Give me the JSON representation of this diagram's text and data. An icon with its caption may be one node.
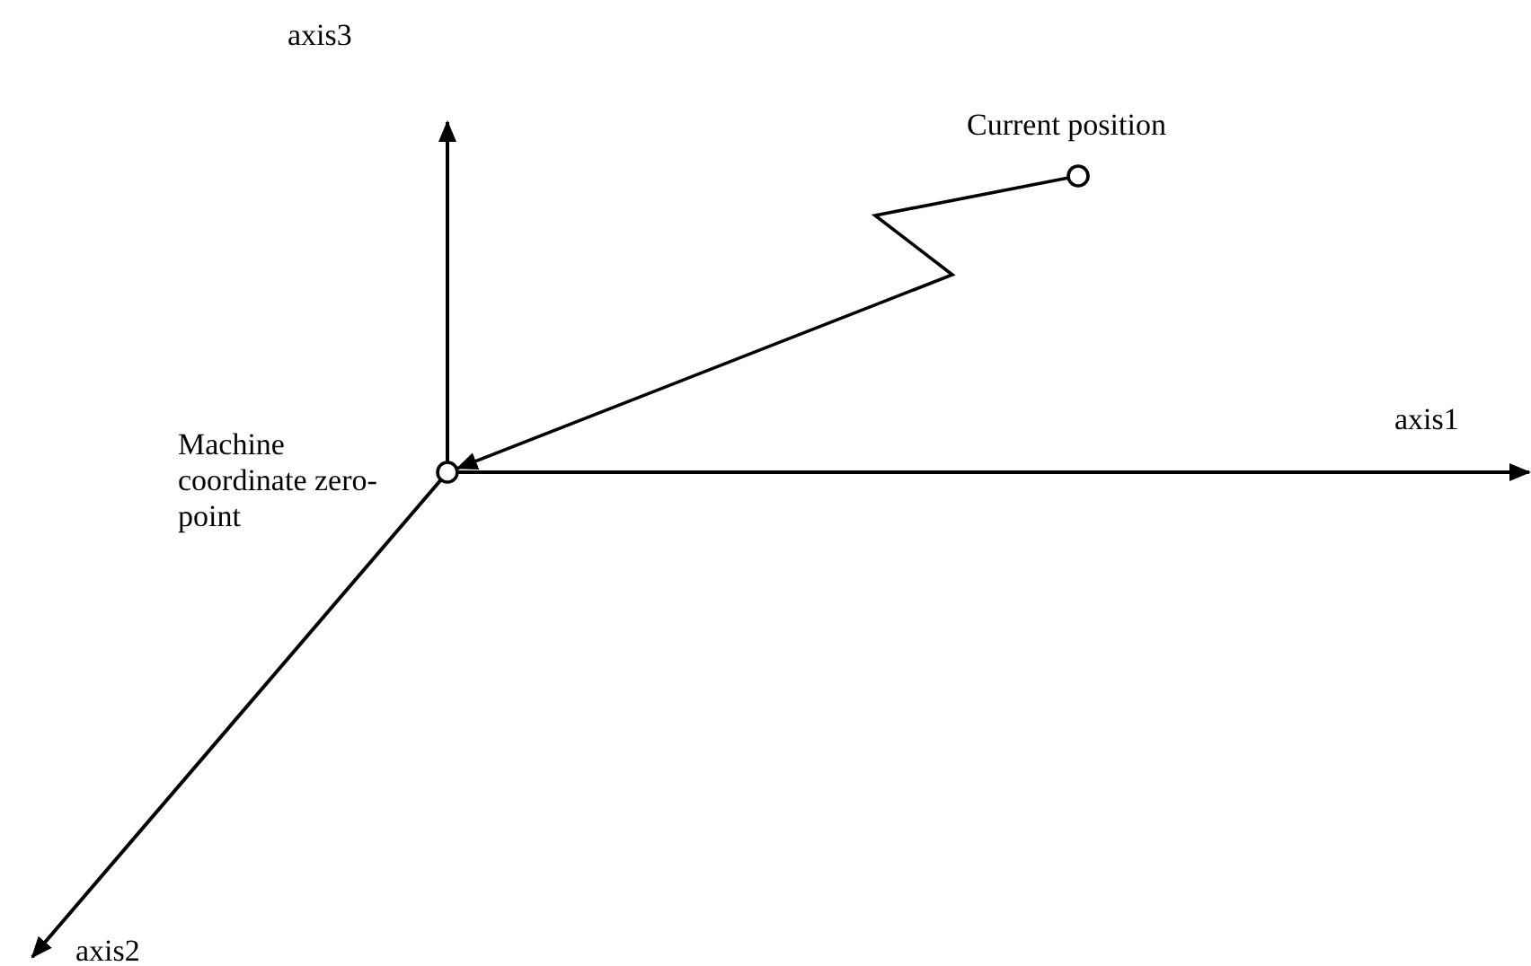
{
  "diagram": {
    "nodes": [
      {
        "text": [],
        "shape": "circle",
        "beside": [
          "Current position"
        ]
      },
      {
        "text": [],
        "shape": "circle",
        "beside": [
          "Machine coordinate zero-point"
        ]
      }
    ],
    "edges": [
      {
        "from": 0,
        "to": 1,
        "arrow": "to"
      }
    ],
    "labels": [
      "axis3",
      "axis1",
      "axis2"
    ]
  }
}
